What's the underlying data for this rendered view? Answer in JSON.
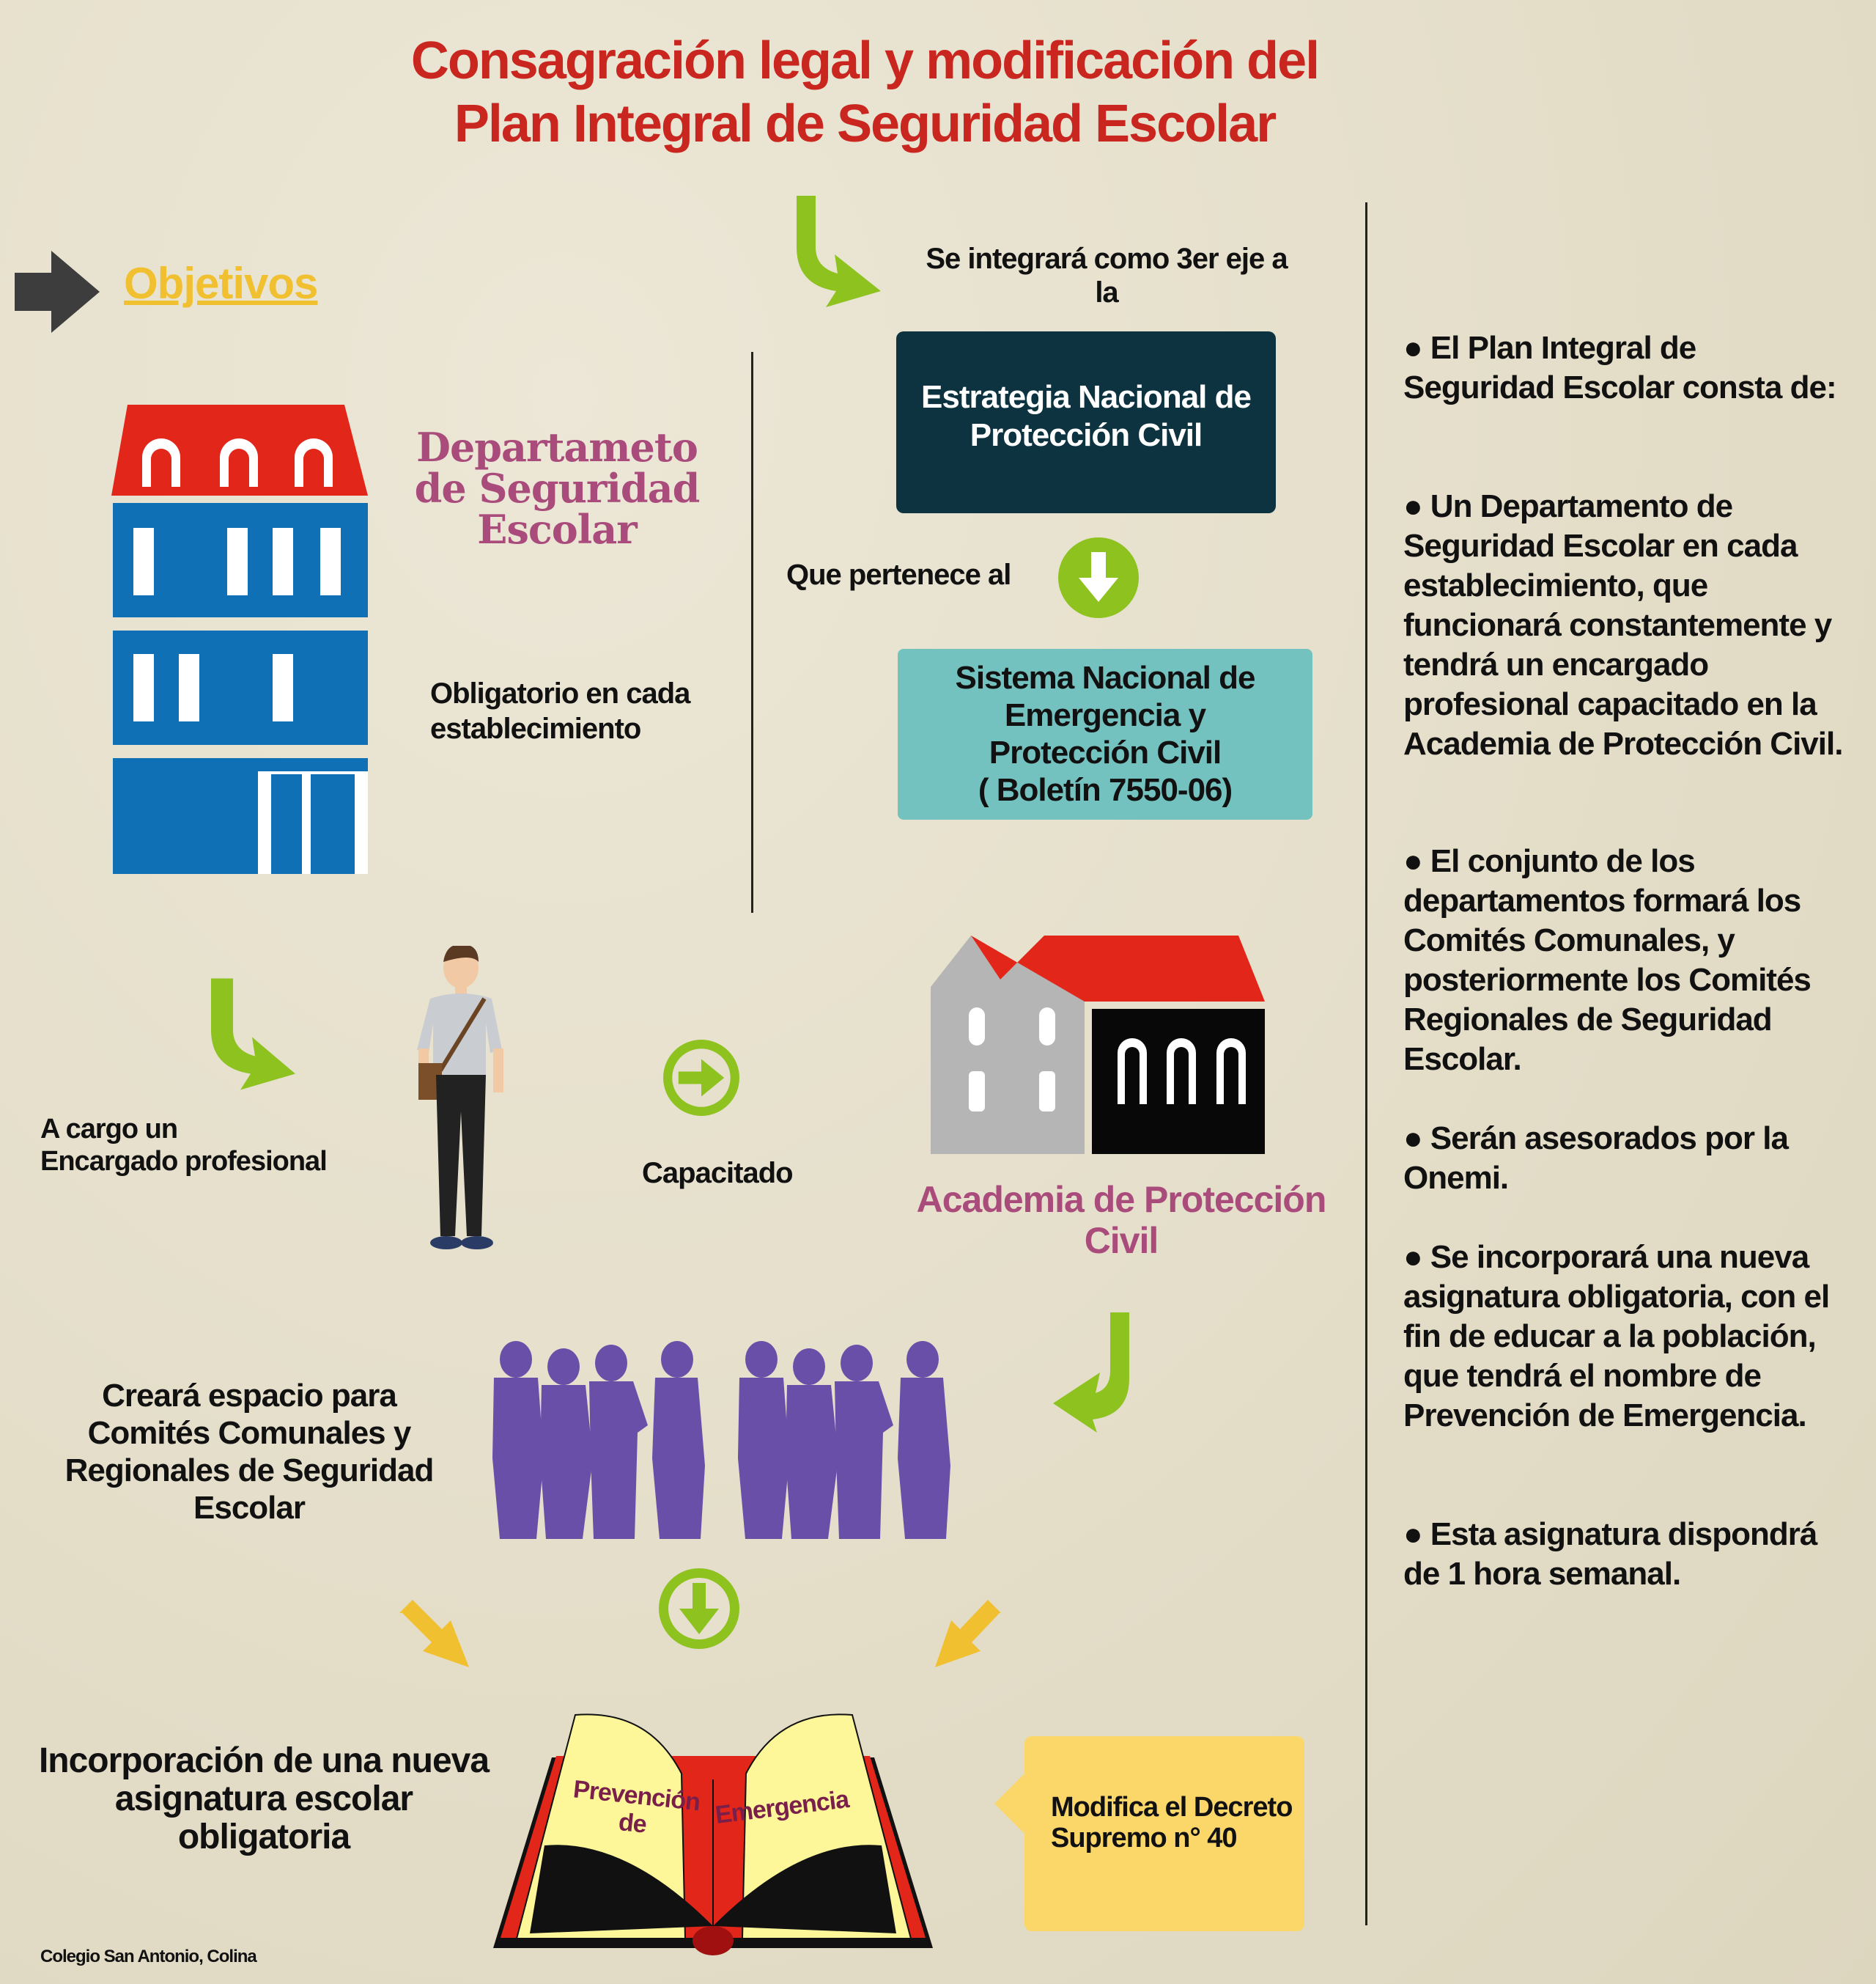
{
  "title": {
    "line1": "Consagración legal y modificación del",
    "line2": "Plan Integral de Seguridad Escolar"
  },
  "objetivos": "Objetivos",
  "departamento": {
    "line1": "Departameto",
    "line2": "de Seguridad",
    "line3": "Escolar"
  },
  "obligatorio": {
    "line1": "Obligatorio en cada",
    "line2": "establecimiento"
  },
  "se_integrara": {
    "line1": "Se integrará como 3er eje a",
    "line2": "la"
  },
  "estrategia": {
    "line1": "Estrategia Nacional de",
    "line2": "Protección Civil"
  },
  "que_pertenece": "Que pertenece al",
  "sistema": {
    "line1": "Sistema Nacional de",
    "line2": "Emergencia y",
    "line3": "Protección Civil",
    "line4": "( Boletín 7550-06)"
  },
  "a_cargo": {
    "line1": "A cargo un",
    "line2": "Encargado profesional"
  },
  "capacitado": "Capacitado",
  "academia": {
    "line1": "Academia de Protección",
    "line2": "Civil"
  },
  "creara": {
    "line1": "Creará espacio para",
    "line2": "Comités Comunales y",
    "line3": "Regionales de Seguridad",
    "line4": "Escolar"
  },
  "incorporacion": {
    "line1": "Incorporación de una nueva",
    "line2": "asignatura escolar",
    "line3": "obligatoria"
  },
  "book": {
    "left": "Prevención",
    "left2": "de",
    "right": "Emergencia"
  },
  "callout": {
    "line1": "Modifica el Decreto",
    "line2": "Supremo n° 40"
  },
  "footer": "Colegio San Antonio, Colina",
  "right_panel": [
    "● El Plan Integral de Seguridad Escolar consta de:",
    "● Un Departamento de Seguridad Escolar en cada establecimiento, que funcionará constantemente y tendrá un encargado profesional capacitado en la Academia de Protección Civil.",
    "● El conjunto de los departamentos formará los Comités Comunales, y posteriormente los Comités Regionales de Seguridad Escolar.",
    "● Serán asesorados por la Onemi.",
    "● Se incorporará una nueva asignatura obligatoria, con el fin de educar a la población, que tendrá el nombre de Prevención de Emergencia.",
    "● Esta asignatura dispondrá de 1 hora semanal."
  ],
  "colors": {
    "title": "#c9261f",
    "green": "#8dc21f",
    "purple_text": "#a94c7c",
    "dark_box": "#0d3340",
    "teal_box": "#74c2c0",
    "yellow": "#f0c030",
    "people": "#6a4fa8"
  }
}
